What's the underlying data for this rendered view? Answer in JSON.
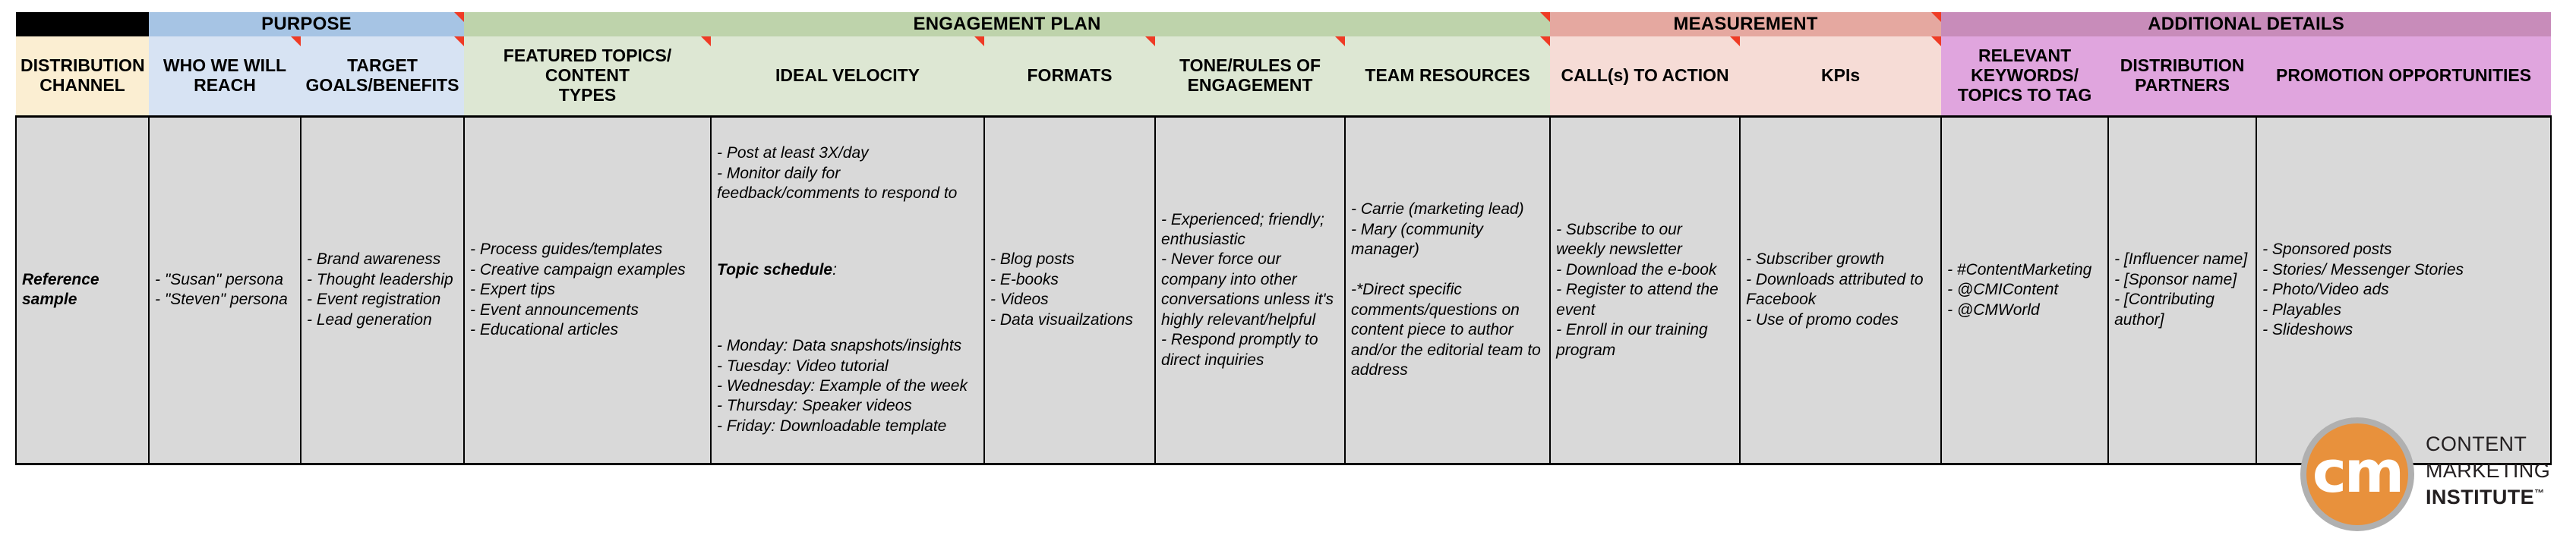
{
  "document": {
    "type": "spreadsheet-table",
    "row_label": "Reference\nsample"
  },
  "colors": {
    "group_blank": "#000000",
    "group_purpose": "#a6c4e4",
    "group_engagement": "#bed3ab",
    "group_measurement": "#e5a8a0",
    "group_additional": "#c88cba",
    "col_distribution": "#fbeed2",
    "col_purpose": "#d7e3f3",
    "col_engagement": "#dde7d3",
    "col_measurement": "#f6dcd6",
    "col_additional": "#e0a5de",
    "data_cell": "#d9d9d9",
    "comment_marker": "#ef3b25",
    "logo_orange": "#e8913c",
    "logo_ring": "#b0b0b0"
  },
  "group_headers": [
    {
      "label": "",
      "span": 1,
      "style": "grp-blank",
      "comment": false
    },
    {
      "label": "PURPOSE",
      "span": 2,
      "style": "grp-purpose",
      "comment": true
    },
    {
      "label": "ENGAGEMENT PLAN",
      "span": 5,
      "style": "grp-engage",
      "comment": true
    },
    {
      "label": "MEASUREMENT",
      "span": 2,
      "style": "grp-measure",
      "comment": true
    },
    {
      "label": "ADDITIONAL DETAILS",
      "span": 3,
      "style": "grp-addl",
      "comment": false
    }
  ],
  "columns": [
    {
      "label": "DISTRIBUTION\nCHANNEL",
      "style": "col-dist",
      "comment": false
    },
    {
      "label": "WHO WE WILL\nREACH",
      "style": "col-purpose",
      "comment": true
    },
    {
      "label": "TARGET\nGOALS/BENEFITS",
      "style": "col-purpose",
      "comment": true
    },
    {
      "label": "FEATURED TOPICS/ CONTENT\nTYPES",
      "style": "col-engage",
      "comment": true
    },
    {
      "label": "IDEAL VELOCITY",
      "style": "col-engage",
      "comment": true
    },
    {
      "label": "FORMATS",
      "style": "col-engage",
      "comment": true
    },
    {
      "label": "TONE/RULES OF\nENGAGEMENT",
      "style": "col-engage",
      "comment": true
    },
    {
      "label": "TEAM RESOURCES",
      "style": "col-engage",
      "comment": true
    },
    {
      "label": "CALL(s) TO ACTION",
      "style": "col-measure",
      "comment": true
    },
    {
      "label": "KPIs",
      "style": "col-measure",
      "comment": true
    },
    {
      "label": "RELEVANT\nKEYWORDS/\nTOPICS TO TAG",
      "style": "col-addl",
      "comment": false
    },
    {
      "label": "DISTRIBUTION\nPARTNERS",
      "style": "col-addl",
      "comment": false
    },
    {
      "label": "PROMOTION OPPORTUNITIES",
      "style": "col-addl",
      "comment": false
    }
  ],
  "row": {
    "label": "Reference\nsample",
    "distribution_channel": "",
    "who_we_will_reach": "- \"Susan\" persona\n- \"Steven\" persona",
    "target_goals_benefits": "- Brand awareness\n- Thought leadership\n- Event registration\n- Lead generation",
    "featured_topics": "- Process guides/templates\n- Creative campaign examples\n- Expert tips\n- Event announcements\n- Educational articles",
    "ideal_velocity": {
      "intro": "- Post at least 3X/day\n- Monitor daily for feedback/comments to respond to",
      "schedule_heading": "Topic schedule",
      "schedule_heading_suffix": ":",
      "schedule": "- Monday: Data snapshots/insights\n- Tuesday: Video tutorial\n- Wednesday: Example of the week\n- Thursday: Speaker videos\n- Friday: Downloadable template"
    },
    "formats": "- Blog posts\n- E-books\n- Videos\n- Data visuailzations",
    "tone_rules": "- Experienced; friendly; enthusiastic\n- Never force our company into other conversations unless it's highly relevant/helpful\n- Respond promptly to direct inquiries",
    "team_resources": "- Carrie (marketing lead)\n- Mary (community manager)\n\n-*Direct specific comments/questions on content piece to author and/or the editorial team to address",
    "calls_to_action": "- Subscribe to our weekly newsletter\n- Download the e-book\n- Register to attend the event\n- Enroll in our training program",
    "kpis": "- Subscriber growth\n- Downloads attributed to Facebook\n- Use of promo codes",
    "relevant_keywords": "- #ContentMarketing\n- @CMIContent\n- @CMWorld",
    "distribution_partners": "- [Influencer name]\n- [Sponsor name]\n- [Contributing author]",
    "promotion_opportunities": "- Sponsored posts\n- Stories/ Messenger Stories\n- Photo/Video ads\n- Playables\n- Slideshows"
  },
  "logo": {
    "mark_text": "cm",
    "line1": "CONTENT",
    "line2": "MARKETING",
    "line3": "INSTITUTE",
    "trademark": "™"
  }
}
